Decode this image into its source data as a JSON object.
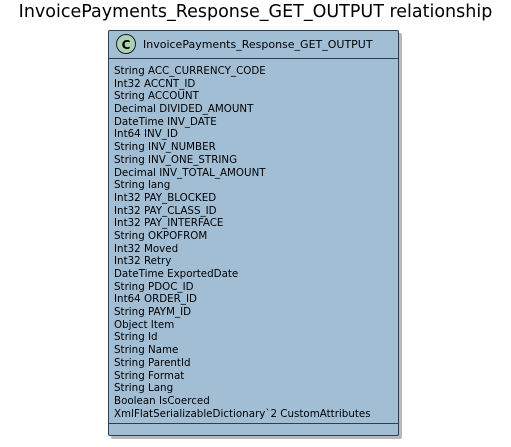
{
  "title": "InvoicePayments_Response_GET_OUTPUT relationship",
  "class": {
    "stereotype_letter": "C",
    "name": "InvoicePayments_Response_GET_OUTPUT",
    "badge_color": "#add1b2",
    "box_color": "#a2bed5",
    "border_color": "#2c3e50",
    "attributes": [
      "String ACC_CURRENCY_CODE",
      "Int32 ACCNT_ID",
      "String ACCOUNT",
      "Decimal DIVIDED_AMOUNT",
      "DateTime INV_DATE",
      "Int64 INV_ID",
      "String INV_NUMBER",
      "String INV_ONE_STRING",
      "Decimal INV_TOTAL_AMOUNT",
      "String lang",
      "Int32 PAY_BLOCKED",
      "Int32 PAY_CLASS_ID",
      "Int32 PAY_INTERFACE",
      "String OKPOFROM",
      "Int32 Moved",
      "Int32 Retry",
      "DateTime ExportedDate",
      "String PDOC_ID",
      "Int64 ORDER_ID",
      "String PAYM_ID",
      "Object Item",
      "String Id",
      "String Name",
      "String ParentId",
      "String Format",
      "String Lang",
      "Boolean IsCoerced",
      "XmlFlatSerializableDictionary`2 CustomAttributes"
    ]
  }
}
